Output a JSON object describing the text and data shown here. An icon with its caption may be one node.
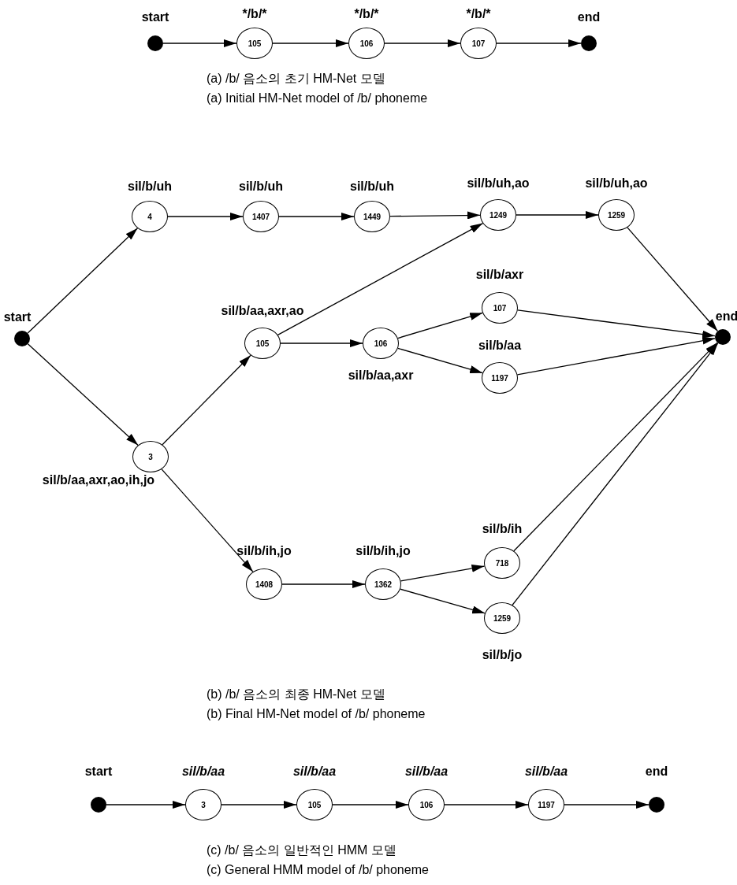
{
  "diagram": {
    "nodes": [
      {
        "text": [
          "start"
        ]
      },
      {
        "text": [
          "105"
        ],
        "beside": [
          "*/b/*"
        ]
      },
      {
        "text": [
          "106"
        ],
        "beside": [
          "*/b/*"
        ]
      },
      {
        "text": [
          "107"
        ],
        "beside": [
          "*/b/*"
        ]
      },
      {
        "text": [
          "end"
        ]
      },
      {
        "text": [
          "start"
        ]
      },
      {
        "text": [
          "4"
        ],
        "beside": [
          "sil/b/uh"
        ]
      },
      {
        "text": [
          "1407"
        ],
        "beside": [
          "sil/b/uh"
        ]
      },
      {
        "text": [
          "1449"
        ],
        "beside": [
          "sil/b/uh"
        ]
      },
      {
        "text": [
          "1249"
        ],
        "beside": [
          "sil/b/uh,ao"
        ]
      },
      {
        "text": [
          "1259"
        ],
        "beside": [
          "sil/b/uh,ao"
        ]
      },
      {
        "text": [
          "105"
        ],
        "beside": [
          "sil/b/aa,axr,ao"
        ]
      },
      {
        "text": [
          "106"
        ],
        "beside": [
          "sil/b/aa,axr"
        ]
      },
      {
        "text": [
          "107"
        ],
        "beside": [
          "sil/b/axr"
        ]
      },
      {
        "text": [
          "1197"
        ],
        "beside": [
          "sil/b/aa"
        ]
      },
      {
        "text": [
          "3"
        ],
        "beside": [
          "sil/b/aa,axr,ao,ih,jo"
        ]
      },
      {
        "text": [
          "1408"
        ],
        "beside": [
          "sil/b/ih,jo"
        ]
      },
      {
        "text": [
          "1362"
        ],
        "beside": [
          "sil/b/ih,jo"
        ]
      },
      {
        "text": [
          "718"
        ],
        "beside": [
          "sil/b/ih"
        ]
      },
      {
        "text": [
          "1259"
        ],
        "beside": [
          "sil/b/jo"
        ]
      },
      {
        "text": [
          "end"
        ]
      },
      {
        "text": [
          "start"
        ]
      },
      {
        "text": [
          "3"
        ],
        "beside": [
          "sil/b/aa"
        ]
      },
      {
        "text": [
          "105"
        ],
        "beside": [
          "sil/b/aa"
        ]
      },
      {
        "text": [
          "106"
        ],
        "beside": [
          "sil/b/aa"
        ]
      },
      {
        "text": [
          "1197"
        ],
        "beside": [
          "sil/b/aa"
        ]
      },
      {
        "text": [
          "end"
        ]
      }
    ],
    "edges": [
      {
        "from": 0,
        "to": 1,
        "arrow": "to"
      },
      {
        "from": 1,
        "to": 2,
        "arrow": "to"
      },
      {
        "from": 2,
        "to": 3,
        "arrow": "to"
      },
      {
        "from": 3,
        "to": 4,
        "arrow": "to"
      },
      {
        "from": 5,
        "to": 6,
        "arrow": "to"
      },
      {
        "from": 5,
        "to": 15,
        "arrow": "to"
      },
      {
        "from": 6,
        "to": 7,
        "arrow": "to"
      },
      {
        "from": 7,
        "to": 8,
        "arrow": "to"
      },
      {
        "from": 8,
        "to": 9,
        "arrow": "to"
      },
      {
        "from": 9,
        "to": 10,
        "arrow": "to"
      },
      {
        "from": 10,
        "to": 20,
        "arrow": "to"
      },
      {
        "from": 15,
        "to": 11,
        "arrow": "to"
      },
      {
        "from": 11,
        "to": 9,
        "arrow": "to"
      },
      {
        "from": 11,
        "to": 12,
        "arrow": "to"
      },
      {
        "from": 12,
        "to": 13,
        "arrow": "to"
      },
      {
        "from": 12,
        "to": 14,
        "arrow": "to"
      },
      {
        "from": 13,
        "to": 20,
        "arrow": "to"
      },
      {
        "from": 14,
        "to": 20,
        "arrow": "to"
      },
      {
        "from": 15,
        "to": 16,
        "arrow": "to"
      },
      {
        "from": 16,
        "to": 17,
        "arrow": "to"
      },
      {
        "from": 17,
        "to": 18,
        "arrow": "to"
      },
      {
        "from": 17,
        "to": 19,
        "arrow": "to"
      },
      {
        "from": 18,
        "to": 20,
        "arrow": "to"
      },
      {
        "from": 19,
        "to": 20,
        "arrow": "to"
      },
      {
        "from": 21,
        "to": 22,
        "arrow": "to"
      },
      {
        "from": 22,
        "to": 23,
        "arrow": "to"
      },
      {
        "from": 23,
        "to": 24,
        "arrow": "to"
      },
      {
        "from": 24,
        "to": 25,
        "arrow": "to"
      },
      {
        "from": 25,
        "to": 26,
        "arrow": "to"
      }
    ],
    "labels": [
      "(a) /b/ 음소의 초기 HM-Net 모델",
      "(a) Initial HM-Net model of /b/ phoneme",
      "(b) /b/ 음소의 최종 HM-Net 모델",
      "(b) Final HM-Net model of /b/ phoneme",
      "(c) /b/ 음소의 일반적인 HMM 모델",
      "(c) General HMM model of /b/ phoneme"
    ]
  }
}
